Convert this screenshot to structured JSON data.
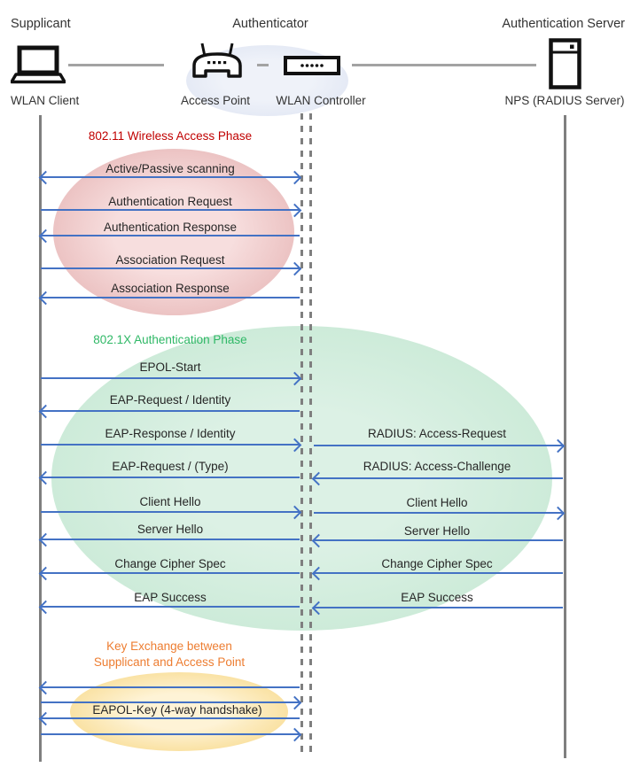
{
  "actors": {
    "supplicant": "Supplicant",
    "authenticator": "Authenticator",
    "auth_server": "Authentication Server"
  },
  "devices": {
    "wlan_client": "WLAN Client",
    "access_point": "Access Point",
    "wlan_controller": "WLAN Controller",
    "nps": "NPS (RADIUS Server)"
  },
  "icons": {
    "laptop": "laptop-icon",
    "access_point": "access-point-icon",
    "wlan_controller": "wlan-controller-icon",
    "server": "server-icon"
  },
  "colors": {
    "arrow_blue": "#4472C4",
    "lifeline_gray": "#7F7F7F",
    "phase1_label": "#C00000",
    "phase1_fill": "#EFC9C9",
    "phase2_label": "#2FB866",
    "phase2_fill": "#D5EEDF",
    "phase3_label": "#ED7D31",
    "phase3_fill": "#FCEBC2",
    "authenticator_fill": "#E9EDF6"
  },
  "phase1": {
    "title": "802.11 Wireless Access Phase",
    "messages": [
      {
        "label": "Active/Passive scanning",
        "direction": "both"
      },
      {
        "label": "Authentication Request",
        "direction": "right"
      },
      {
        "label": "Authentication Response",
        "direction": "left"
      },
      {
        "label": "Association Request",
        "direction": "right"
      },
      {
        "label": "Association Response",
        "direction": "left"
      }
    ]
  },
  "phase2": {
    "title": "802.1X Authentication Phase",
    "messages": [
      {
        "left": {
          "label": "EPOL-Start",
          "direction": "right"
        }
      },
      {
        "left": {
          "label": "EAP-Request / Identity",
          "direction": "left"
        }
      },
      {
        "left": {
          "label": "EAP-Response / Identity",
          "direction": "right"
        },
        "right": {
          "label": "RADIUS: Access-Request",
          "direction": "right"
        }
      },
      {
        "left": {
          "label": "EAP-Request / (Type)",
          "direction": "left"
        },
        "right": {
          "label": "RADIUS: Access-Challenge",
          "direction": "left"
        }
      },
      {
        "left": {
          "label": "Client Hello",
          "direction": "right"
        },
        "right": {
          "label": "Client Hello",
          "direction": "right"
        }
      },
      {
        "left": {
          "label": "Server Hello",
          "direction": "left"
        },
        "right": {
          "label": "Server Hello",
          "direction": "left"
        }
      },
      {
        "left": {
          "label": "Change Cipher Spec",
          "direction": "left"
        },
        "right": {
          "label": "Change Cipher Spec",
          "direction": "left"
        }
      },
      {
        "left": {
          "label": "EAP Success",
          "direction": "left"
        },
        "right": {
          "label": "EAP Success",
          "direction": "left"
        }
      }
    ]
  },
  "phase3": {
    "title_line1": "Key Exchange between",
    "title_line2": "Supplicant and Access Point",
    "handshake_label": "EAPOL-Key (4-way handshake)",
    "arrows": [
      "left",
      "right",
      "left",
      "right"
    ]
  }
}
